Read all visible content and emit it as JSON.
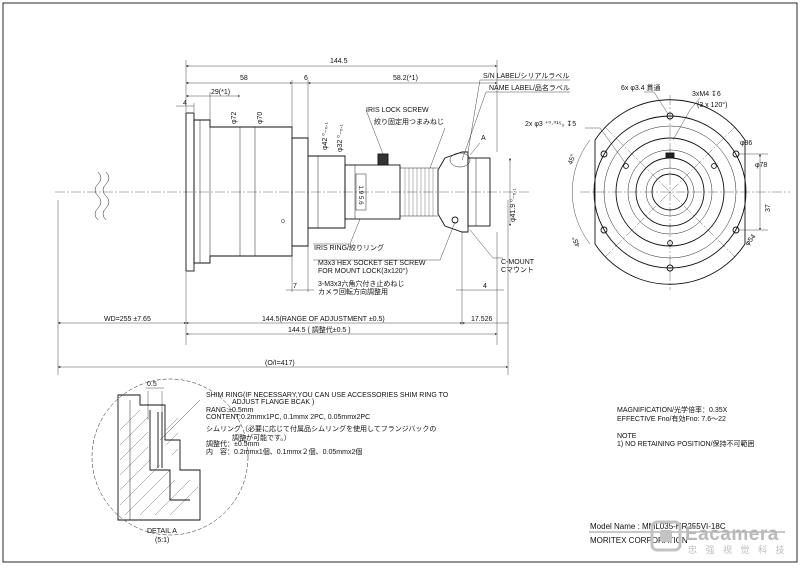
{
  "drawing": {
    "top_dims": {
      "overall": "144.5",
      "six": "6",
      "fiftyeight": "58",
      "five82": "58.2(*1)",
      "twentynine": "29(*1)",
      "four": "4"
    },
    "diameters": {
      "d72": "φ72",
      "d70": "φ70",
      "d42": "φ42 ⁰₋₀.₁",
      "d32": "φ32 ⁰₋₀.₁",
      "d41": "φ41.9 ⁰₋₀.₁"
    },
    "labels": {
      "sn_label": "S/N LABEL/シリアルラベル",
      "name_label": "NAME LABEL/品名ラベル",
      "iris_lock": "IRIS LOCK SCREW",
      "iris_lock_jp": "絞り固定用つまみねじ",
      "point_a": "A",
      "iris_ring": "IRIS RING/絞りリング",
      "hex_screw_1": "M3x3 HEX SOCKET SET SCREW",
      "hex_screw_2": "FOR MOUNT LOCK(3x120°)",
      "hex_screw_jp1": "3-M3x3六角穴付き止めねじ",
      "hex_screw_jp2": "カメラ回転方向調整用",
      "cmount": "C-MOUNT",
      "cmount_jp": "Cマウント",
      "seven": "7",
      "four_b": "4"
    },
    "bottom_dims": {
      "wd": "WD=255 ±7.65",
      "range": "144.5(RANGE OF ADJUSTMENT ±0.5)",
      "flange": "17.526",
      "adjust_jp": "144.5 ( 調整代±0.5 )",
      "oi": "(O/I=417)"
    },
    "front_view": {
      "hole_1": "6x φ3.4 貫通",
      "hole_2": "3xM4 ↧6",
      "hole_3": "(3 x 120°)",
      "pin": "2x φ3 ⁺⁰·⁰¹⁵₀ ↧5",
      "d86": "φ86",
      "d78": "φ78",
      "d54": "φ54",
      "d37": "37",
      "a45_1": "45°",
      "a45_2": "45°"
    },
    "detail": {
      "dim": "0.5",
      "title": "DETAIL A",
      "scale": "(5:1)"
    },
    "notes": {
      "shim_1": "SHIM RING(IF NECESSARY,YOU CAN USE  ACCESSORIES SHIM RING TO",
      "shim_2": "ADJUST FLANGE BCAK )",
      "shim_3": "RANG:±0.5mm",
      "shim_4": "CONTENT:0.2mmx1PC,  0.1mmx 2PC,  0.05mmx2PC",
      "shim_jp1": "シムリング（必要に応じて付属品シムリングを使用してフランジバックの",
      "shim_jp2": "調整が可能です。）",
      "shim_jp3": "調整代：±0.5mm",
      "shim_jp4": "内　容：0.2mmx1個、0.1mmx２個、0.05mmx2個",
      "mag": "MAGNIFICATION/光学倍率：0.35X",
      "fno": "EFFECTIVE Fno/有効Fno: 7.6～22",
      "note_title": "NOTE",
      "note_1": "1) NO RETAINING POSITION/保持不可範囲"
    },
    "title_block": {
      "model": "Model Name : MML035-HR255VI-18C",
      "company": "MORITEX CORPORATION"
    },
    "watermark": {
      "brand": "Eacamera",
      "cn": "忠 强 视 觉 科 技"
    }
  }
}
